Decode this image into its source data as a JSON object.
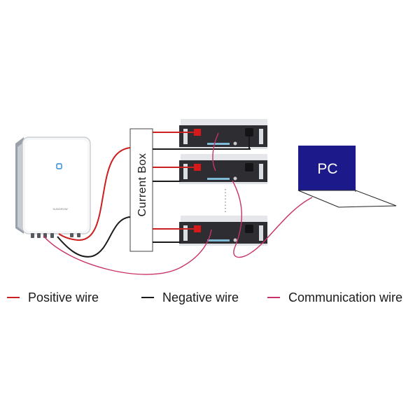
{
  "diagram": {
    "current_box_label": "Current Box",
    "pc_label": "PC",
    "inverter_brand": "SUNGROW"
  },
  "legend": {
    "items": [
      {
        "key": "positive",
        "label": "Positive wire",
        "color": "#cc1f1f"
      },
      {
        "key": "negative",
        "label": "Negative wire",
        "color": "#1a1a1a"
      },
      {
        "key": "communication",
        "label": "Communication wire",
        "color": "#c8326a"
      }
    ]
  },
  "colors": {
    "positive_wire": "#cc1f1f",
    "negative_wire": "#1a1a1a",
    "communication_wire": "#c8326a",
    "pc_screen": "#1c1a8a",
    "battery_body": "#2e2e32",
    "battery_top": "#e4e6ea"
  }
}
